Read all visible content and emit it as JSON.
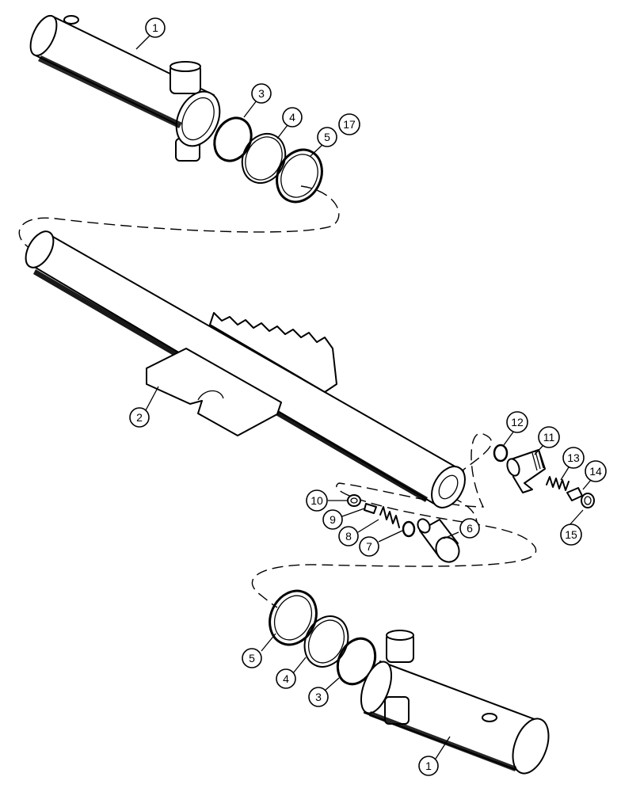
{
  "callouts": {
    "c1_top": "1",
    "c3_top": "3",
    "c4_top": "4",
    "c5_top": "5",
    "c17": "17",
    "c2": "2",
    "c12": "12",
    "c11": "11",
    "c13": "13",
    "c14": "14",
    "c15": "15",
    "c10": "10",
    "c9": "9",
    "c8": "8",
    "c7": "7",
    "c6": "6",
    "c5_bottom": "5",
    "c4_bottom": "4",
    "c3_bottom": "3",
    "c1_bottom": "1"
  }
}
